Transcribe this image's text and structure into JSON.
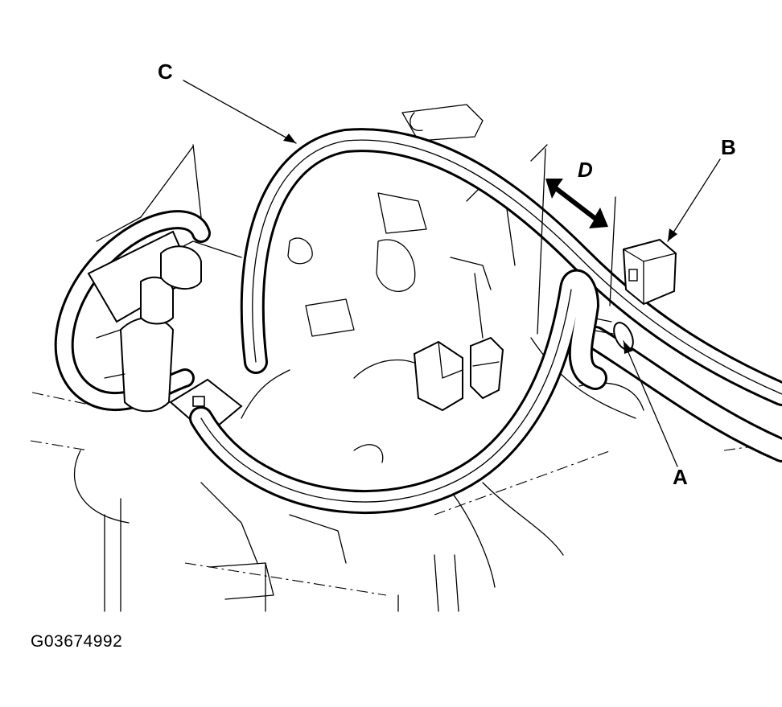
{
  "callouts": {
    "a": "A",
    "b": "B",
    "c": "C",
    "d": "D"
  },
  "figure_id": "G03674992",
  "colors": {
    "ink": "#000000",
    "paper": "#ffffff"
  }
}
